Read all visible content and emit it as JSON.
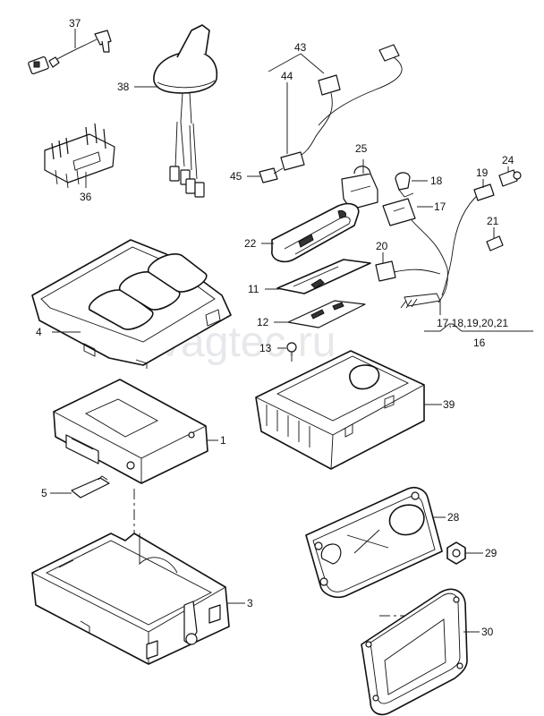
{
  "watermark": "vagtec.ru",
  "callouts": {
    "c1": "1",
    "c3": "3",
    "c4": "4",
    "c5": "5",
    "c11": "11",
    "c12": "12",
    "c13": "13",
    "c16": "16",
    "c16_group": "17,18,19,20,21",
    "c17": "17",
    "c18": "18",
    "c19": "19",
    "c20": "20",
    "c21": "21",
    "c22": "22",
    "c24": "24",
    "c25": "25",
    "c28": "28",
    "c29": "29",
    "c30": "30",
    "c36": "36",
    "c37": "37",
    "c38": "38",
    "c39": "39",
    "c43": "43",
    "c44": "44",
    "c45": "45"
  }
}
